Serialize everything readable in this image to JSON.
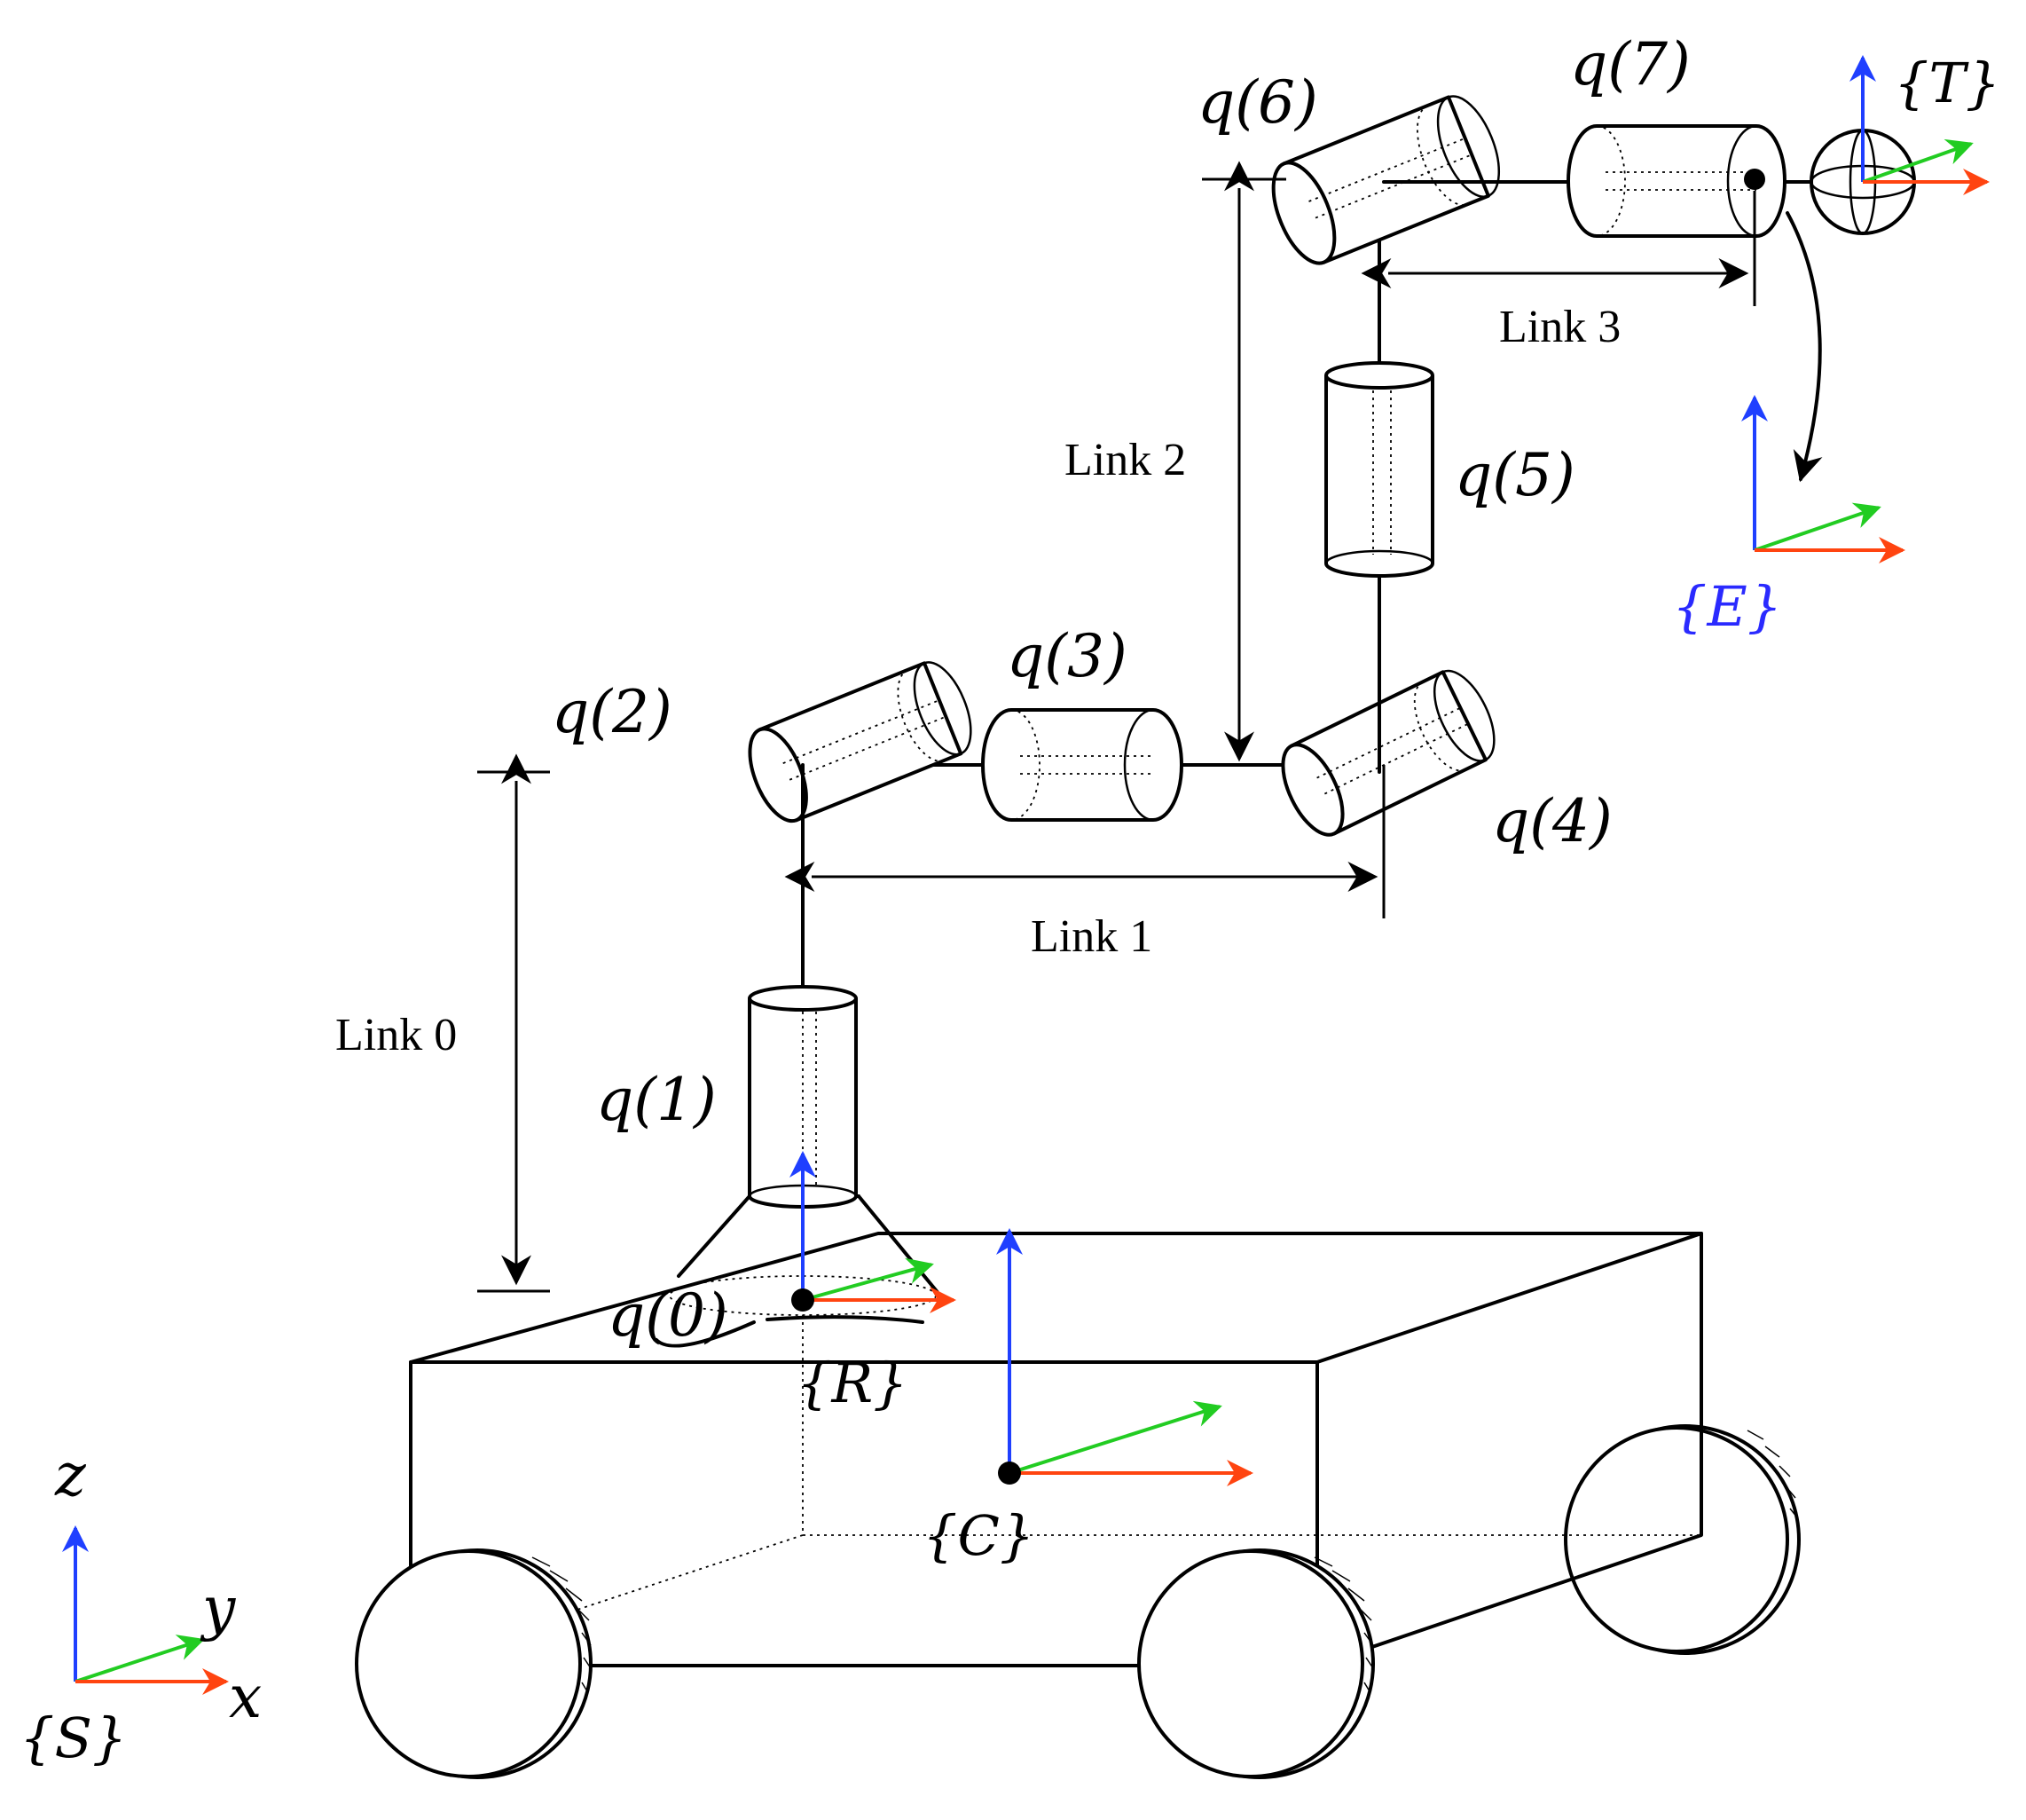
{
  "colors": {
    "z_axis": "#1f3fff",
    "y_axis": "#22cc22",
    "x_axis": "#ff4410",
    "frame_E_label": "#2a2aff"
  },
  "joints": {
    "q0": "q(0)",
    "q1": "q(1)",
    "q2": "q(2)",
    "q3": "q(3)",
    "q4": "q(4)",
    "q5": "q(5)",
    "q6": "q(6)",
    "q7": "q(7)"
  },
  "links": {
    "link0": "Link 0",
    "link1": "Link 1",
    "link2": "Link 2",
    "link3": "Link 3"
  },
  "frames": {
    "S": "{S}",
    "R": "{R}",
    "C": "{C}",
    "E": "{E}",
    "T": "{T}"
  },
  "axes": {
    "x": "x",
    "y": "y",
    "z": "z"
  }
}
